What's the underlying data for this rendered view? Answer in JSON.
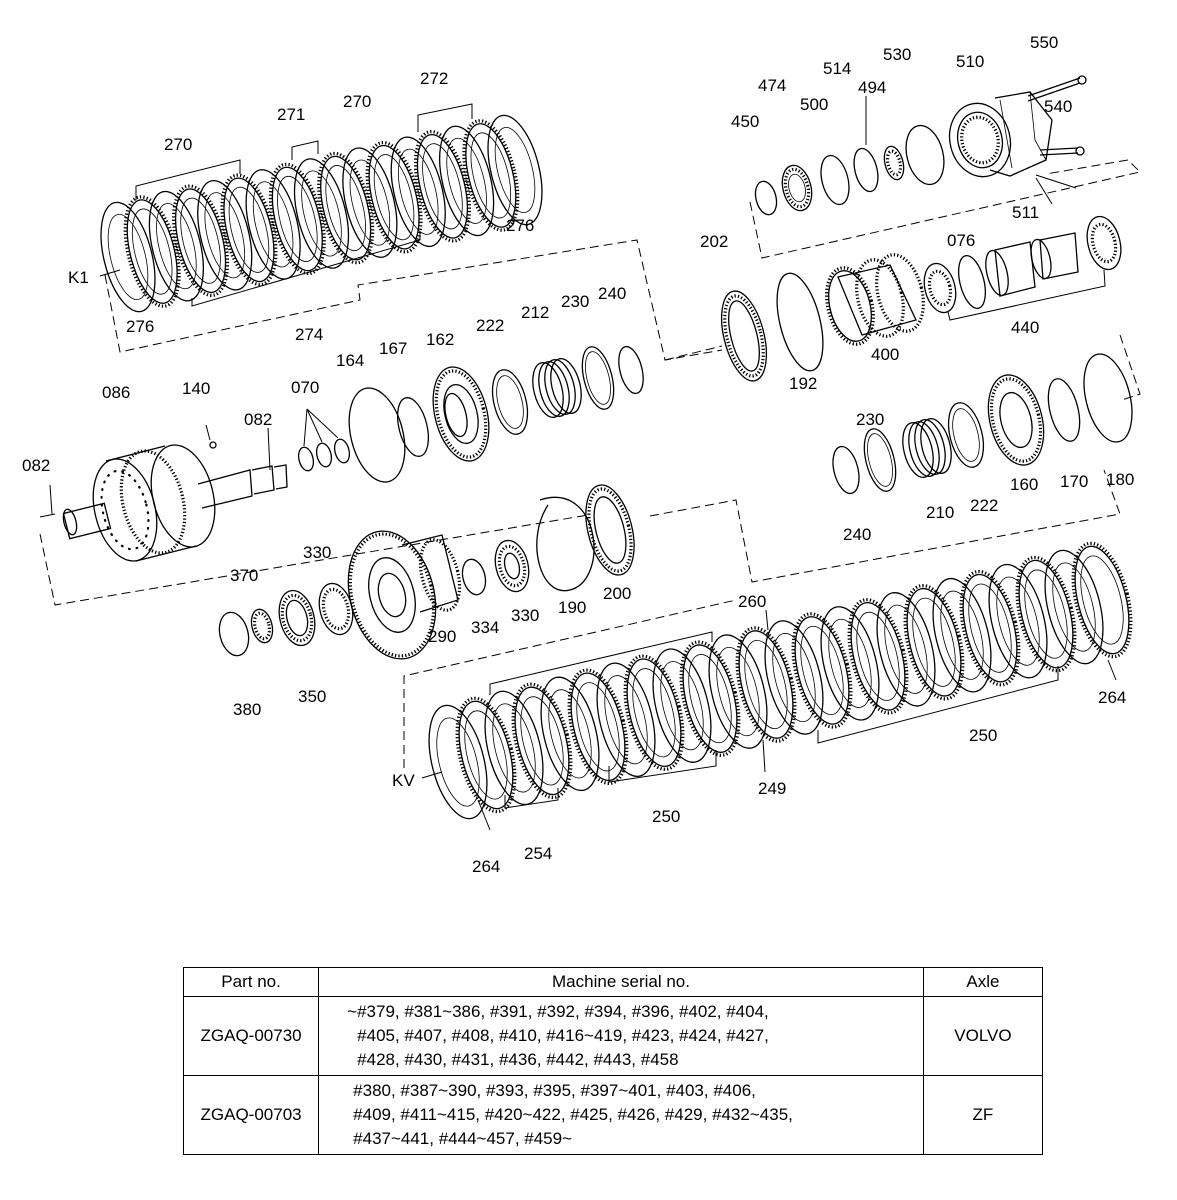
{
  "diagram": {
    "group_labels": {
      "k1": "K1",
      "kv": "KV"
    },
    "callouts": {
      "c550": "550",
      "c530": "530",
      "c510": "510",
      "c514": "514",
      "c474": "474",
      "c494": "494",
      "c540": "540",
      "c500": "500",
      "c450": "450",
      "c511": "511",
      "c076": "076",
      "c440": "440",
      "c272": "272",
      "c271": "271",
      "c270a": "270",
      "c270b": "270",
      "c276a": "276",
      "c276b": "276",
      "c274": "274",
      "c202": "202",
      "c400": "400",
      "c192": "192",
      "c222a": "222",
      "c212": "212",
      "c230a": "230",
      "c240a": "240",
      "c162": "162",
      "c167": "167",
      "c164": "164",
      "c070": "070",
      "c140": "140",
      "c086": "086",
      "c082a": "082",
      "c082b": "082",
      "c230b": "230",
      "c160": "160",
      "c170": "170",
      "c180": "180",
      "c210": "210",
      "c222b": "222",
      "c240b": "240",
      "c330a": "330",
      "c330b": "330",
      "c370": "370",
      "c380": "380",
      "c350": "350",
      "c290": "290",
      "c334": "334",
      "c190": "190",
      "c200": "200",
      "c260": "260",
      "c249": "249",
      "c250a": "250",
      "c250b": "250",
      "c264a": "264",
      "c264b": "264",
      "c254": "254"
    }
  },
  "table": {
    "headers": {
      "part_no": "Part no.",
      "serial": "Machine serial no.",
      "axle": "Axle"
    },
    "rows": [
      {
        "part_no": "ZGAQ-00730",
        "serial_lines": [
          "~#379, #381~386, #391, #392, #394, #396, #402, #404,",
          "#405, #407, #408, #410, #416~419, #423, #424, #427,",
          "#428, #430, #431, #436, #442, #443, #458"
        ],
        "axle": "VOLVO"
      },
      {
        "part_no": "ZGAQ-00703",
        "serial_lines": [
          "#380, #387~390, #393, #395, #397~401, #403, #406,",
          "#409, #411~415, #420~422, #425, #426, #429, #432~435,",
          "#437~441, #444~457, #459~"
        ],
        "axle": "ZF"
      }
    ]
  }
}
